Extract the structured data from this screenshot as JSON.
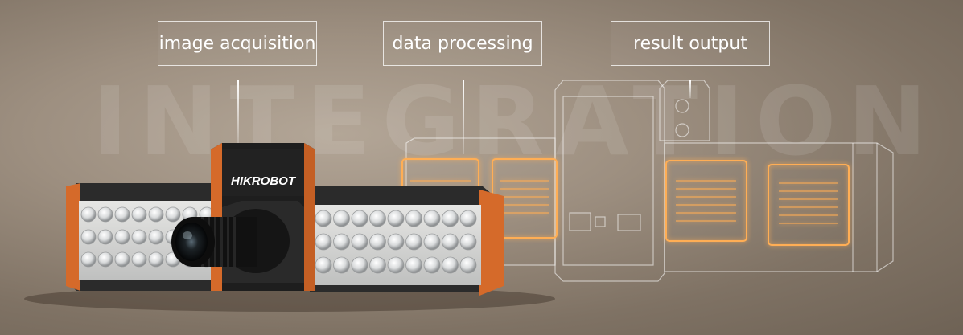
{
  "background_word": "INTEGRATION",
  "labels": {
    "image_acquisition": "image acquisition",
    "data_processing": "data processing",
    "result_output": "result output"
  },
  "brand": "HIKROBOT",
  "colors": {
    "accent_orange": "#d56a2a",
    "glow_orange": "#ffb35a",
    "background": "#9d8f80"
  }
}
